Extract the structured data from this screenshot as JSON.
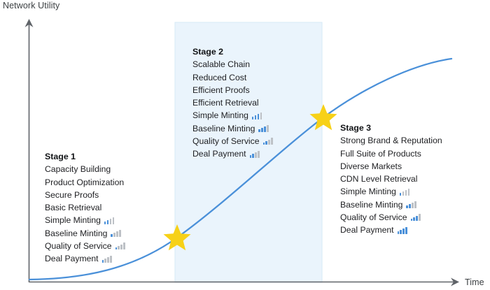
{
  "chart_data": {
    "type": "line",
    "title": "",
    "xlabel": "Time",
    "ylabel": "Network Utility",
    "grid": false,
    "legend": "none",
    "description": "S-curve of network utility over time with three labelled stages; two star markers mark the stage transitions and a shaded band highlights Stage 2.",
    "x": [
      0,
      10,
      20,
      30,
      40,
      50,
      60,
      70,
      80,
      90,
      100
    ],
    "y": [
      0,
      1,
      3,
      8,
      18,
      36,
      57,
      74,
      85,
      91,
      94
    ],
    "series": [
      {
        "name": "Network Utility",
        "color": "#4a90d9",
        "values": [
          0,
          1,
          3,
          8,
          18,
          36,
          57,
          74,
          85,
          91,
          94
        ]
      }
    ],
    "markers": [
      {
        "name": "stage-1-to-2-transition",
        "x": 35,
        "y": 13,
        "symbol": "star",
        "color": "#f7d117"
      },
      {
        "name": "stage-2-to-3-transition",
        "x": 70,
        "y": 62,
        "symbol": "star",
        "color": "#f7d117"
      }
    ],
    "shaded_band": {
      "name": "stage-2-band",
      "x_start": 35,
      "x_end": 70,
      "color": "#eaf4fc"
    },
    "xlim": [
      0,
      100
    ],
    "ylim": [
      0,
      100
    ]
  },
  "axes": {
    "y_label": "Network Utility",
    "x_label": "Time"
  },
  "colors": {
    "curve": "#4a90d9",
    "axis": "#5f6368",
    "star": "#f7d117",
    "band": "#eaf4fc",
    "band_edge": "#cde5f3",
    "signal_on": "#4a90d9",
    "signal_off": "#bdc1c6",
    "text": "#202124"
  },
  "stages": [
    {
      "id": "stage-1",
      "title": "Stage 1",
      "items": [
        {
          "label": "Capacity Building",
          "signal": null
        },
        {
          "label": "Product Optimization",
          "signal": null
        },
        {
          "label": "Secure Proofs",
          "signal": null
        },
        {
          "label": "Basic Retrieval",
          "signal": null
        },
        {
          "label": "Simple Minting",
          "signal": 2
        },
        {
          "label": "Baseline Minting",
          "signal": 1
        },
        {
          "label": "Quality of Service",
          "signal": 1
        },
        {
          "label": "Deal Payment",
          "signal": 1
        }
      ]
    },
    {
      "id": "stage-2",
      "title": "Stage 2",
      "items": [
        {
          "label": "Scalable Chain",
          "signal": null
        },
        {
          "label": "Reduced Cost",
          "signal": null
        },
        {
          "label": "Efficient Proofs",
          "signal": null
        },
        {
          "label": "Efficient Retrieval",
          "signal": null
        },
        {
          "label": "Simple Minting",
          "signal": 3
        },
        {
          "label": "Baseline Minting",
          "signal": 3
        },
        {
          "label": "Quality of Service",
          "signal": 2
        },
        {
          "label": "Deal Payment",
          "signal": 2
        }
      ]
    },
    {
      "id": "stage-3",
      "title": "Stage 3",
      "items": [
        {
          "label": "Strong Brand & Reputation",
          "signal": null
        },
        {
          "label": "Full Suite of Products",
          "signal": null
        },
        {
          "label": "Diverse Markets",
          "signal": null
        },
        {
          "label": "CDN Level Retrieval",
          "signal": null
        },
        {
          "label": "Simple Minting",
          "signal": 1
        },
        {
          "label": "Baseline Minting",
          "signal": 2
        },
        {
          "label": "Quality of Service",
          "signal": 3
        },
        {
          "label": "Deal Payment",
          "signal": 4
        }
      ]
    }
  ]
}
